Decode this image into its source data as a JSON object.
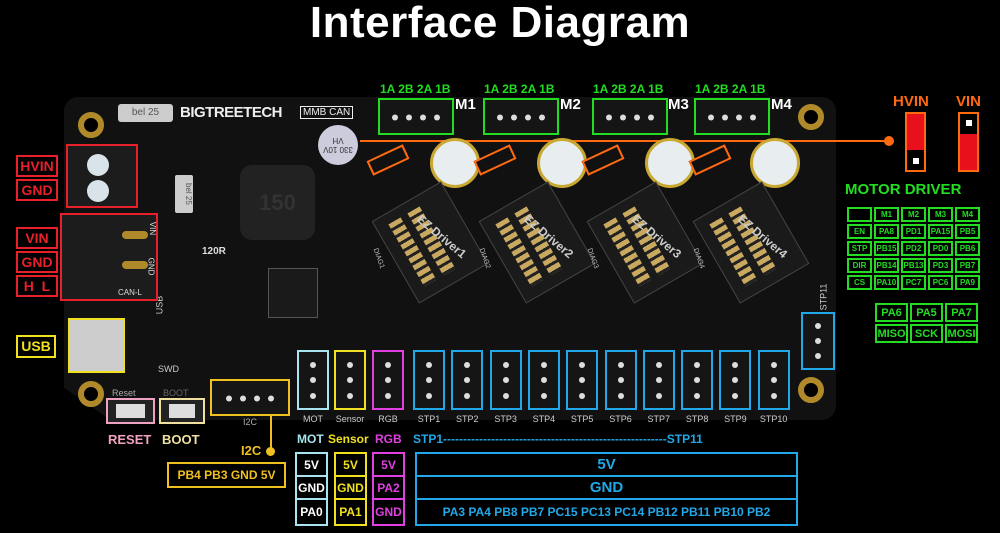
{
  "title": "Interface Diagram",
  "board": {
    "brand": "BIGTREETECH",
    "model": "MMB CAN",
    "fuse_label": "bel 25",
    "inductor_label": "150",
    "cap_label": "330 10V VH",
    "resistor_label": "120R",
    "silk_usb": "USB",
    "silk_swd": "SWD",
    "silk_reset": "Reset",
    "silk_boot": "BOOT",
    "silk_i2c": "I2C",
    "silk_vin": "VIN",
    "silk_gnd": "GND",
    "silk_canl": "CAN-L"
  },
  "power": {
    "hvin_labels": [
      "HVIN",
      "GND"
    ],
    "vin_labels": [
      "VIN",
      "GND",
      "H  L"
    ],
    "usb_label": "USB"
  },
  "buttons": {
    "reset": "RESET",
    "boot": "BOOT"
  },
  "i2c": {
    "label": "I2C",
    "pins": "PB4 PB3 GND 5V"
  },
  "motors": [
    {
      "name": "M1",
      "pins": "1A 2B 2A 1B",
      "driver": "EZ Driver1",
      "diag": "DIAG1"
    },
    {
      "name": "M2",
      "pins": "1A 2B 2A 1B",
      "driver": "EZ Driver2",
      "diag": "DIAG2"
    },
    {
      "name": "M3",
      "pins": "1A 2B 2A 1B",
      "driver": "EZ Driver3",
      "diag": "DIAG3"
    },
    {
      "name": "M4",
      "pins": "1A 2B 2A 1B",
      "driver": "EZ Driver4",
      "diag": "DIAG4"
    }
  ],
  "jumpers": {
    "hvin": "HVIN",
    "vin": "VIN"
  },
  "motor_driver": {
    "title": "MOTOR DRIVER",
    "header": [
      "",
      "M1",
      "M2",
      "M3",
      "M4"
    ],
    "rows": [
      [
        "EN",
        "PA8",
        "PD1",
        "PA15",
        "PB5"
      ],
      [
        "STP",
        "PB15",
        "PD2",
        "PD0",
        "PB6"
      ],
      [
        "DIR",
        "PB14",
        "PB13",
        "PD3",
        "PB7"
      ],
      [
        "CS",
        "PA10",
        "PC7",
        "PC6",
        "PA9"
      ]
    ],
    "spi": [
      [
        "PA6",
        "PA5",
        "PA7"
      ],
      [
        "MISO",
        "SCK",
        "MOSI"
      ]
    ]
  },
  "connectors": [
    "MOT",
    "Sensor",
    "RGB",
    "STP1",
    "STP2",
    "STP3",
    "STP4",
    "STP5",
    "STP6",
    "STP7",
    "STP8",
    "STP9",
    "STP10"
  ],
  "stp11_label": "STP11",
  "pinout": {
    "mot": {
      "header": "MOT",
      "pins": [
        "5V",
        "GND",
        "PA0"
      ]
    },
    "sensor": {
      "header": "Sensor",
      "pins": [
        "5V",
        "GND",
        "PA1"
      ]
    },
    "rgb": {
      "header": "RGB",
      "pins": [
        "5V",
        "PA2",
        "GND"
      ]
    },
    "stp": {
      "header": "STP1--------------------------------------------------------STP11",
      "rows": [
        "5V",
        "GND",
        "PA3 PA4 PB8 PB7 PC15 PC13 PC14 PB12 PB11 PB10 PB2"
      ]
    }
  },
  "colors": {
    "red": "#e8202a",
    "green": "#22dd22",
    "orange": "#ff6a10",
    "yellow": "#f0e020",
    "gold": "#f0c020",
    "cyan": "#a8e4f0",
    "magenta": "#e040e0",
    "blue": "#20a8e8",
    "pink": "#f0a0c0"
  }
}
